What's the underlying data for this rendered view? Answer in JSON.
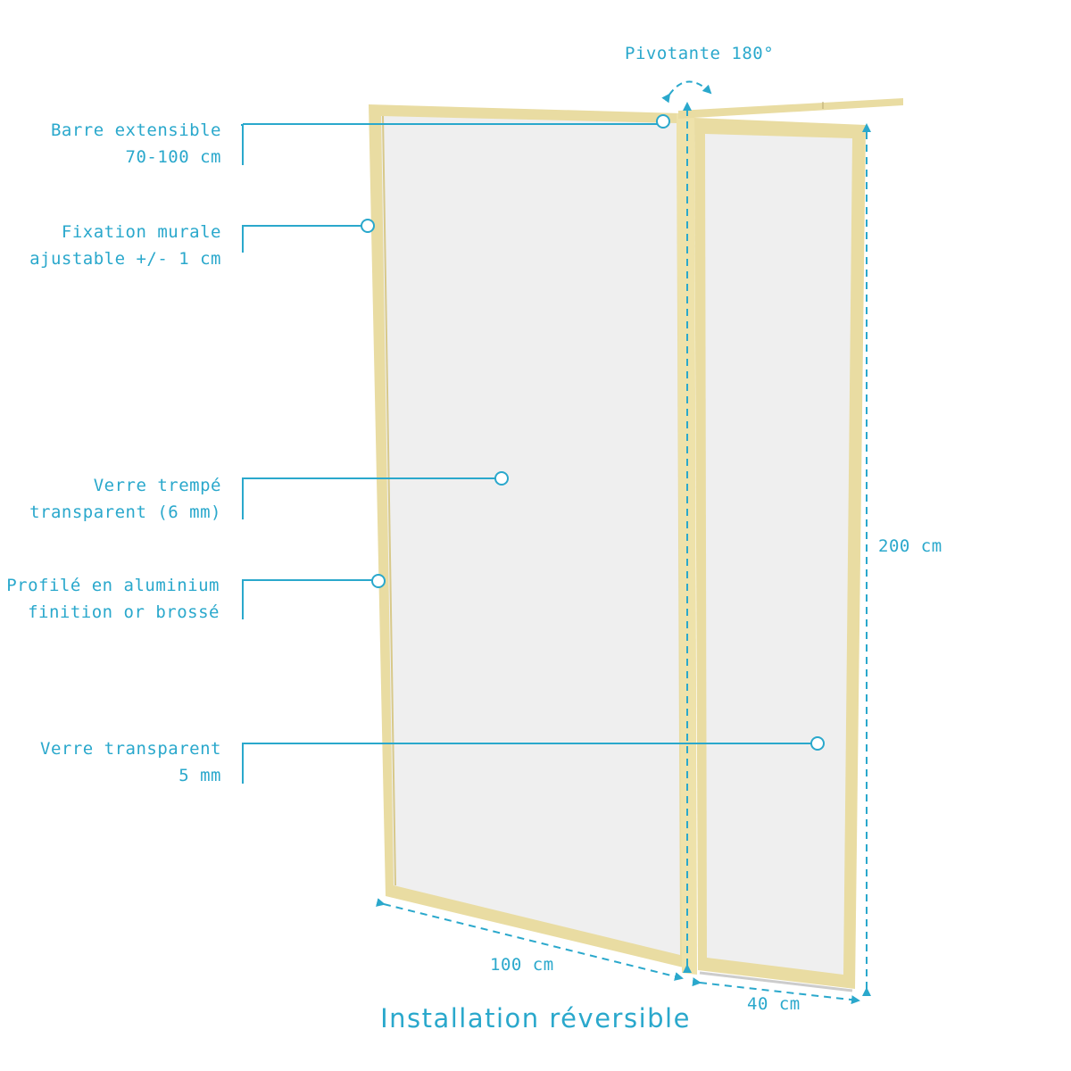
{
  "callouts": [
    {
      "line1": "Barre extensible",
      "line2": "70-100 cm"
    },
    {
      "line1": "Fixation murale",
      "line2": "ajustable +/- 1 cm"
    },
    {
      "line1": "Verre trempé",
      "line2": "transparent (6 mm)"
    },
    {
      "line1": "Profilé en aluminium",
      "line2": "finition or brossé"
    },
    {
      "line1": "Verre transparent",
      "line2": "5 mm"
    }
  ],
  "dimensions": {
    "pivot": "Pivotante 180°",
    "height": "200 cm",
    "width_main": "100 cm",
    "width_swing": "40 cm"
  },
  "title": "Installation réversible",
  "colors": {
    "accent": "#2aa8cc",
    "frame": "#e9dca2",
    "glass": "#efefef"
  }
}
